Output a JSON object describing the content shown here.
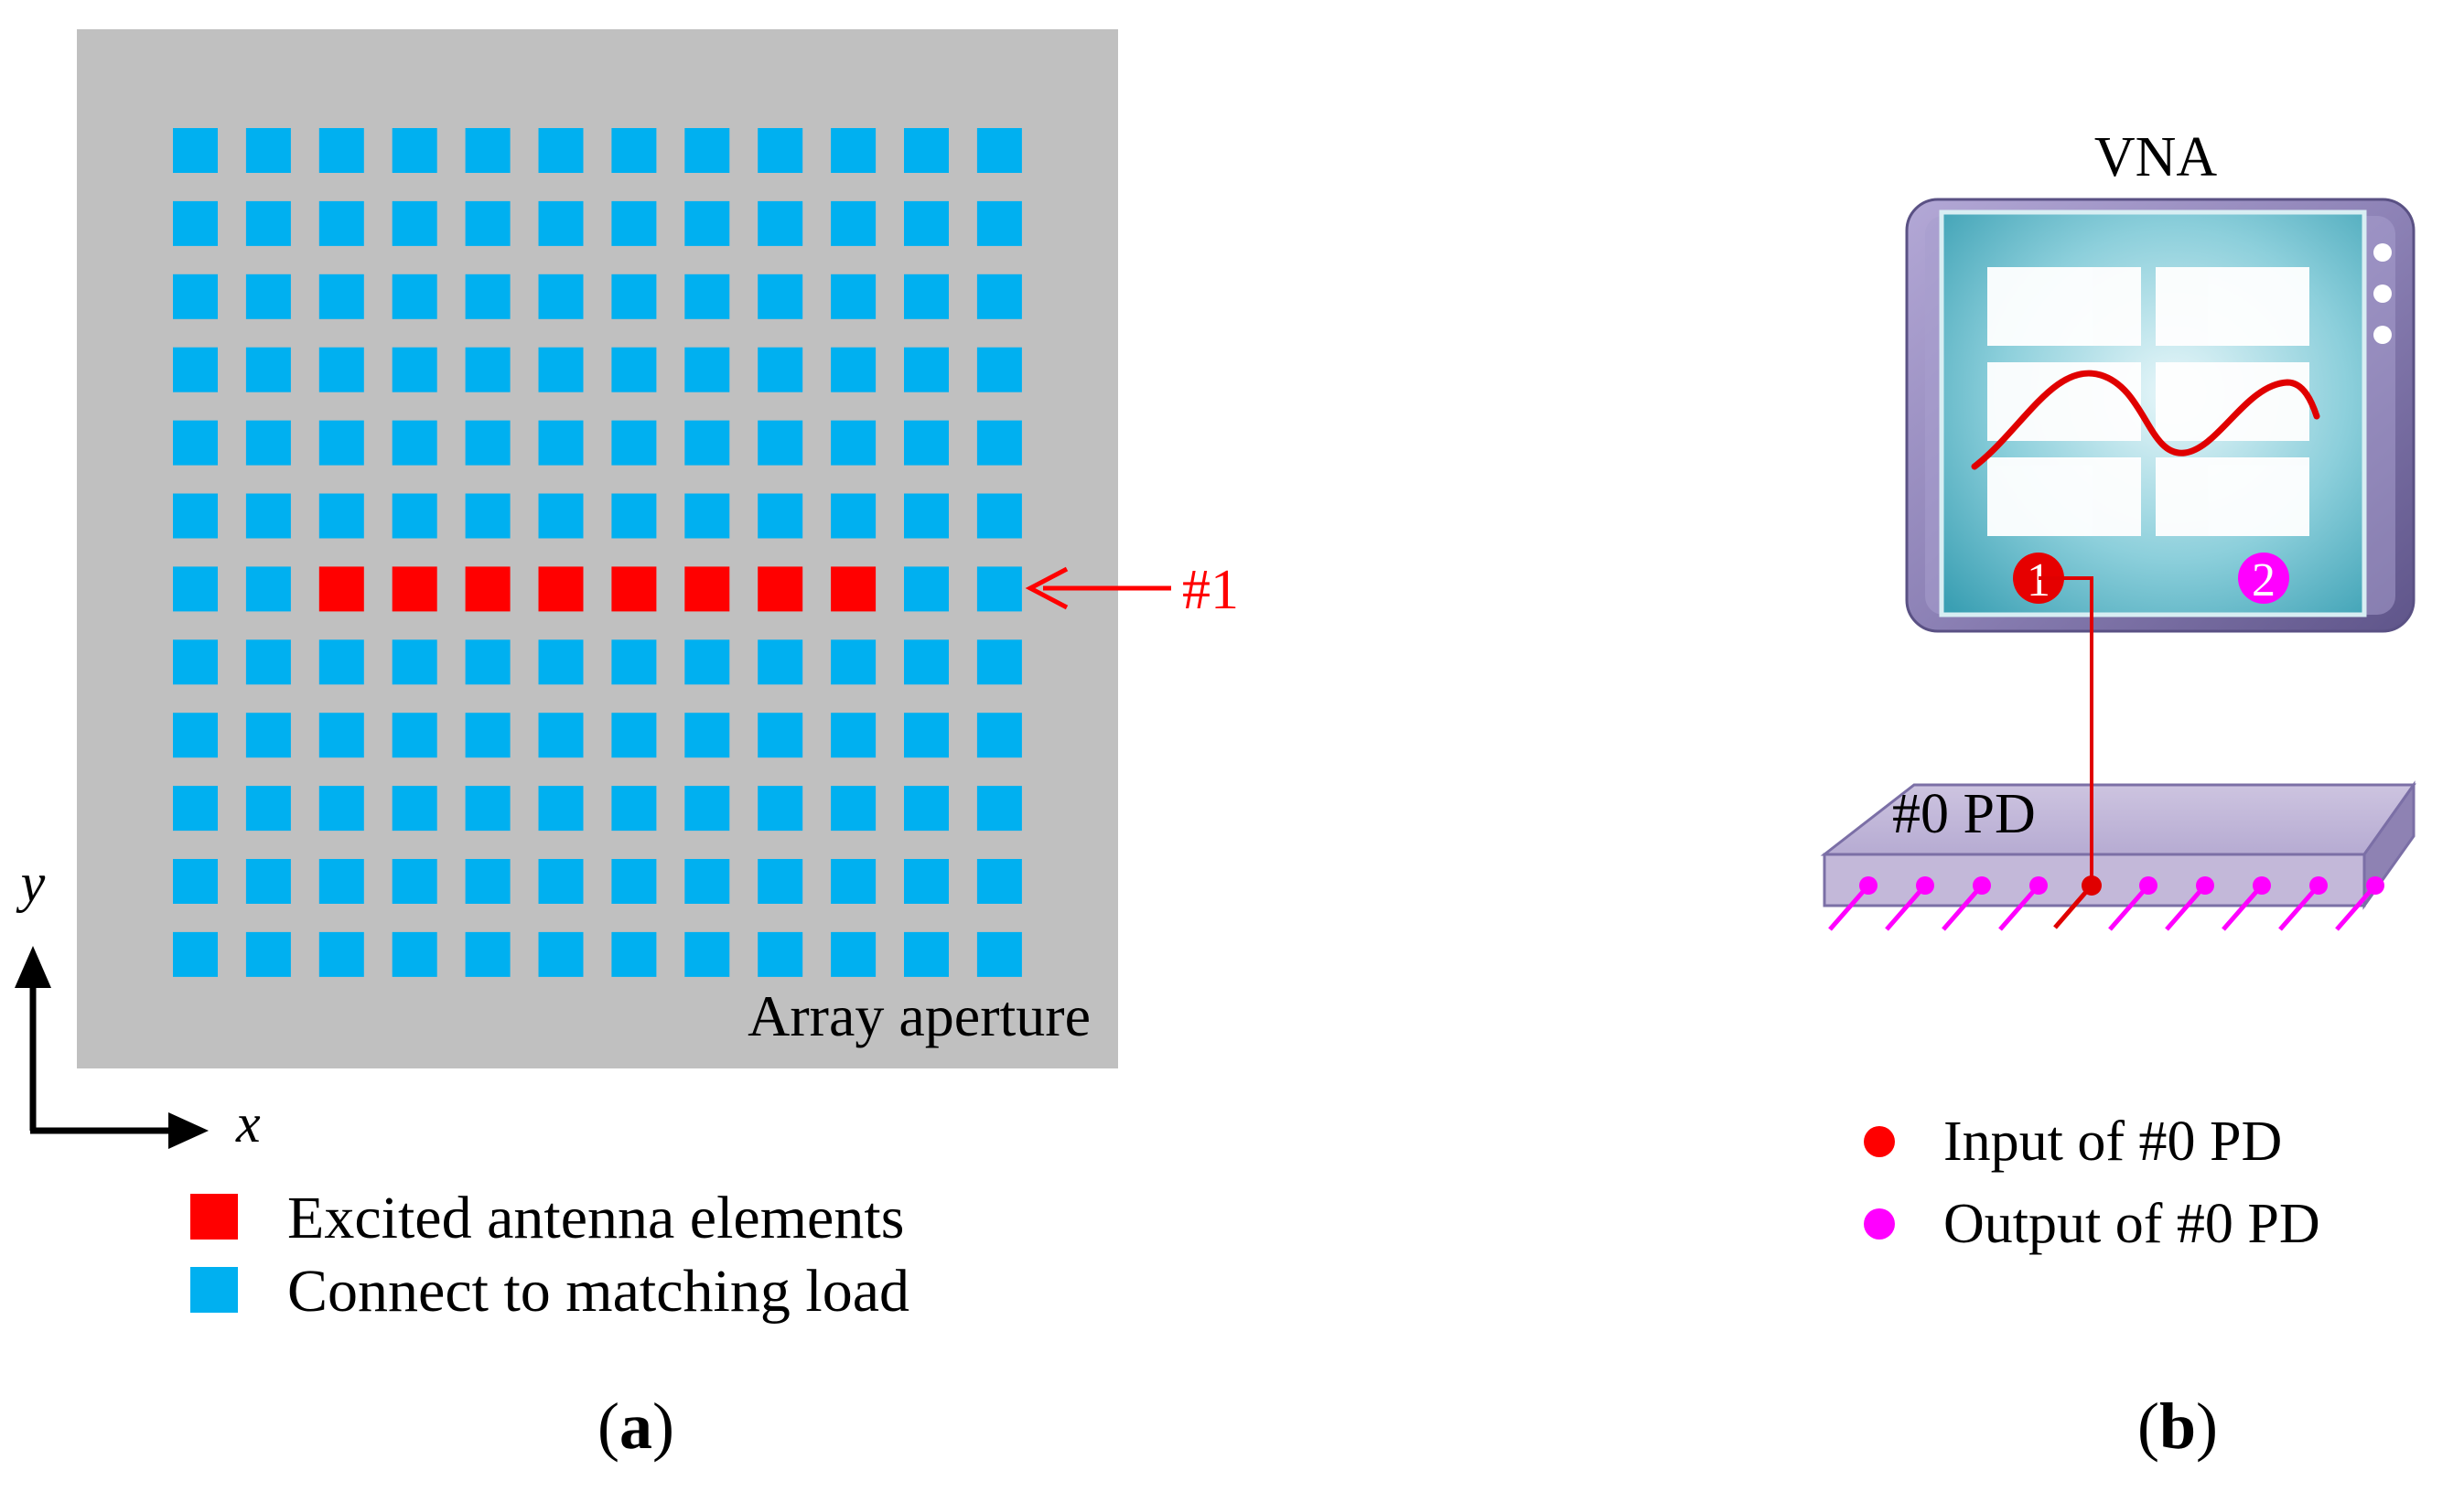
{
  "panel_a": {
    "caption": "(a)",
    "caption_letter": "a",
    "aperture_label": "Array aperture",
    "element_marker_label": "#1",
    "axis_x": "x",
    "axis_y": "y",
    "grid": {
      "rows": 12,
      "cols": 12,
      "excited_row": 7,
      "excited_cols": [
        3,
        10
      ]
    },
    "legend": [
      {
        "label": "Excited antenna elements",
        "color": "#ff0000"
      },
      {
        "label": "Connect to matching load",
        "color": "#00b0f0"
      }
    ],
    "colors": {
      "aperture": "#c0c0c0",
      "load_element": "#00b0f0",
      "excited_element": "#ff0000",
      "arrow": "#ff0000"
    }
  },
  "panel_b": {
    "caption": "(b)",
    "caption_letter": "b",
    "instrument_label": "VNA",
    "port_1": "1",
    "port_2": "2",
    "divider_label": "#0 PD",
    "output_count": 9,
    "legend": [
      {
        "label": "Input of #0 PD",
        "color": "#ff0000"
      },
      {
        "label": "Output of #0 PD",
        "color": "#ff00ff"
      }
    ],
    "colors": {
      "vna_body": "#8f84b8",
      "vna_screen": "#4fb3c3",
      "pd_body": "#c9bfdc",
      "trace": "#e00000",
      "port_1": "#e60000",
      "port_2": "#ff00ff"
    }
  }
}
